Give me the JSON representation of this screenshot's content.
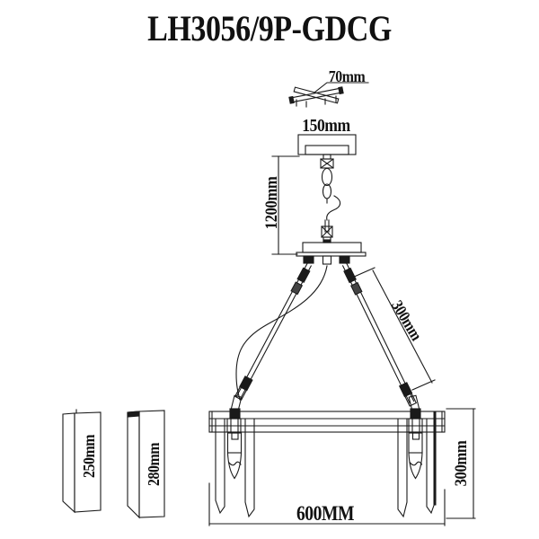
{
  "title": "LH3056/9P-GDCG",
  "colors": {
    "ink": "#1a1a1a",
    "background": "#ffffff"
  },
  "dimensions": {
    "mount_bracket_width": "70mm",
    "canopy_width": "150mm",
    "suspension_height": "1200mm",
    "arm_length": "300mm",
    "side_panel_height": "250mm",
    "center_panel_height": "280mm",
    "body_height": "300mm",
    "body_width": "600MM"
  }
}
